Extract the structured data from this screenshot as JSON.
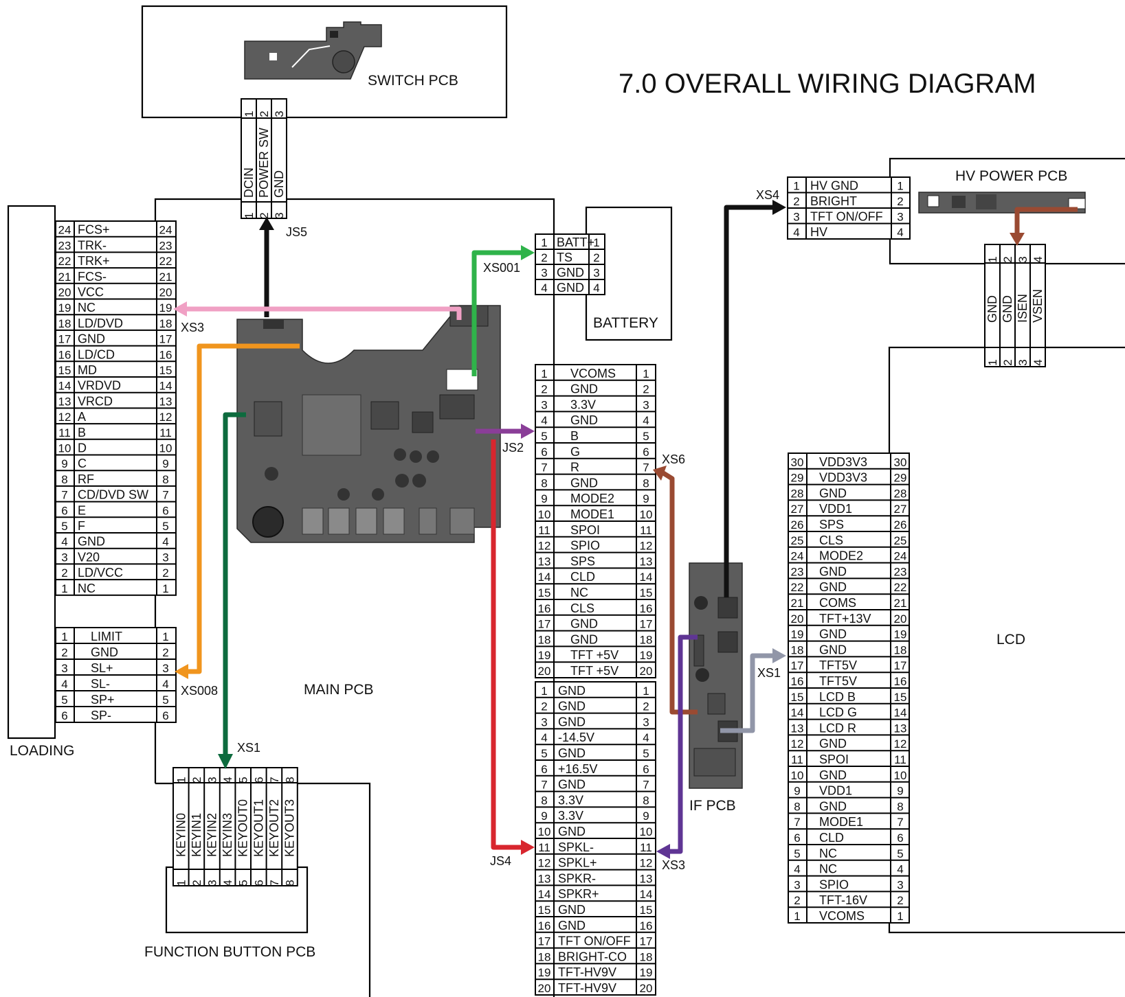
{
  "title": "7.0 OVERALL WIRING DIAGRAM",
  "labels": {
    "switch_pcb": "SWITCH PCB",
    "main_pcb": "MAIN PCB",
    "battery": "BATTERY",
    "loading": "LOADING",
    "function_pcb": "FUNCTION BUTTON PCB",
    "if_pcb": "IF PCB",
    "hv_power_pcb": "HV POWER PCB",
    "lcd": "LCD"
  },
  "refs": {
    "js5": "JS5",
    "xs3a": "XS3",
    "xs001": "XS001",
    "xs008": "XS008",
    "xs1a": "XS1",
    "js2": "JS2",
    "js4": "JS4",
    "xs6": "XS6",
    "xs3b": "XS3",
    "xs1b": "XS1",
    "xs4": "XS4"
  },
  "connectors": {
    "js5_pins": [
      "DCIN",
      "POWER SW",
      "GND"
    ],
    "xs3_pins": [
      "NC",
      "LD/VCC",
      "V20",
      "GND",
      "F",
      "E",
      "CD/DVD SW",
      "RF",
      "C",
      "D",
      "B",
      "A",
      "VRCD",
      "VRDVD",
      "MD",
      "LD/CD",
      "GND",
      "LD/DVD",
      "NC",
      "VCC",
      "FCS-",
      "TRK+",
      "TRK-",
      "FCS+"
    ],
    "xs008_pins": [
      "LIMIT",
      "GND",
      "SL+",
      "SL-",
      "SP+",
      "SP-"
    ],
    "battery_pins": [
      "BATT+",
      "TS",
      "GND",
      "GND"
    ],
    "js2_pins": [
      "VCOMS",
      "GND",
      "3.3V",
      "GND",
      "B",
      "G",
      "R",
      "GND",
      "MODE2",
      "MODE1",
      "SPOI",
      "SPIO",
      "SPS",
      "CLD",
      "NC",
      "CLS",
      "GND",
      "GND",
      "TFT +5V",
      "TFT +5V"
    ],
    "js4_pins": [
      "GND",
      "GND",
      "GND",
      "-14.5V",
      "GND",
      "+16.5V",
      "GND",
      "3.3V",
      "3.3V",
      "GND",
      "SPKL-",
      "SPKL+",
      "SPKR-",
      "SPKR+",
      "GND",
      "GND",
      "TFT ON/OFF",
      "BRIGHT-CO",
      "TFT-HV9V",
      "TFT-HV9V"
    ],
    "xs1_pins": [
      "VCOMS",
      "TFT-16V",
      "SPIO",
      "NC",
      "NC",
      "CLD",
      "MODE1",
      "GND",
      "VDD1",
      "GND",
      "SPOI",
      "GND",
      "LCD R",
      "LCD G",
      "LCD B",
      "TFT5V",
      "TFT5V",
      "GND",
      "GND",
      "TFT+13V",
      "COMS",
      "GND",
      "GND",
      "MODE2",
      "CLS",
      "SPS",
      "VDD1",
      "GND",
      "VDD3V3",
      "VDD3V3"
    ],
    "xs4_pins": [
      "HV GND",
      "BRIGHT",
      "TFT ON/OFF",
      "HV"
    ],
    "hv_pins": [
      "GND",
      "GND",
      "ISEN",
      "VSEN"
    ],
    "fn_pins": [
      "KEYIN0",
      "KEYIN1",
      "KEYIN2",
      "KEYIN3",
      "KEYOUT0",
      "KEYOUT1",
      "KEYOUT2",
      "KEYOUT3"
    ]
  },
  "colors": {
    "black": "#111111",
    "pink": "#f0a0c4",
    "orange": "#f0951e",
    "green": "#2fb34a",
    "dark_green": "#0d6b3e",
    "purple": "#8a3e98",
    "red": "#d8262e",
    "brown": "#9a4a32",
    "violet": "#5f3594",
    "gray": "#9196a8"
  }
}
